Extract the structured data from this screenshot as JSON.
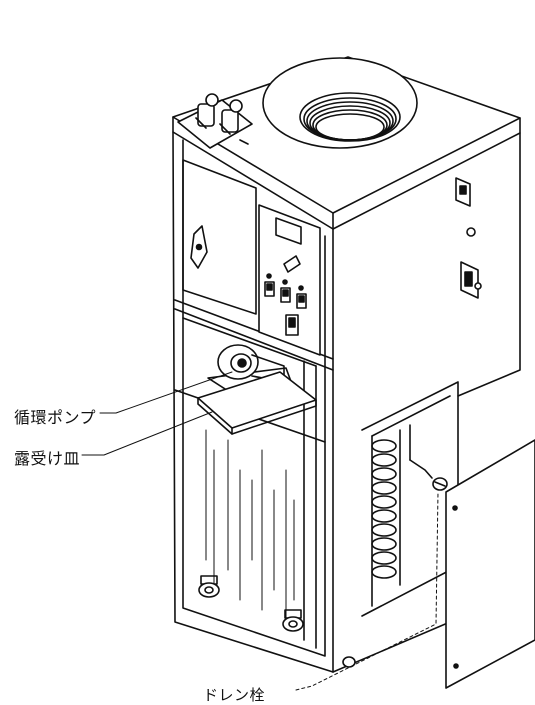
{
  "labels": {
    "pump": "循環ポンプ",
    "tray": "露受け皿",
    "drain": "ドレン栓"
  },
  "colors": {
    "line": "#111111",
    "background": "#ffffff"
  }
}
